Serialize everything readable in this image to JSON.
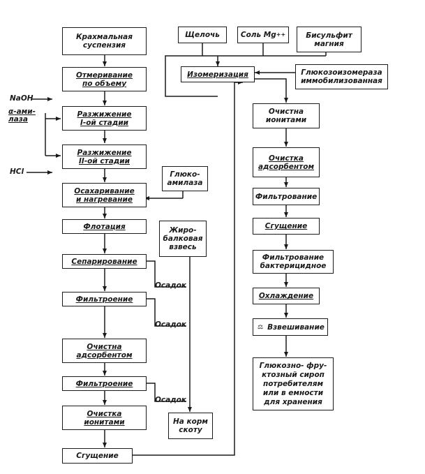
{
  "left_column": {
    "starch_suspension": "Крахмальная\nсуспензия",
    "volume_measuring": "Отмеривание\nпо объему",
    "liquefaction_1": "Разжижение\nI-ой стадии",
    "liquefaction_2": "Разжижение\nII-ой стадии",
    "saccharification": "Осахаривание\nи нагревание",
    "flotation": "Флотация",
    "separation": "Сепарирование",
    "filtration_1": "Фильтроение",
    "adsorbent_cleaning": "Очистна\nадсорбентом",
    "filtration_2": "Фильтроение",
    "ion_cleaning": "Очистка\nионитами",
    "condensation": "Сгущение"
  },
  "inputs": {
    "naoh": "NaOH",
    "alpha_amylase": "α-ами-\nлаза",
    "hcl": "HCl",
    "glucoamylase": "Глюко-\nамилаза"
  },
  "middle_column": {
    "fat_protein": "Жиро-\nбалковая\nвзвесь",
    "sediment_1": "Осадок",
    "sediment_2": "Осадок",
    "sediment_3": "Осадок",
    "feed": "На корм\nскоту"
  },
  "top_row": {
    "alkali": "Щелочь",
    "mg_salt_base": "Соль Mg",
    "mg_salt_sup": "++",
    "bisulfite": "Бисульфит\nмагния"
  },
  "right_column": {
    "isomerization": "Изомеризация",
    "glucose_isomerase": "Глюкозоизомераза\nиммобилизованная",
    "ion_cleaning": "Очистна\nионитами",
    "adsorbent_cleaning": "Очистка\nадсорбентом",
    "filtration": "Фильтрование",
    "condensation": "Сгущение",
    "bactericidal_filtration": "Фильтрование\nбактерицидное",
    "cooling": "Охлаждение",
    "weighing_mark": "⚖",
    "weighing": "Взвешивание",
    "final_product": "Глюкозно- фру-\nктозный сироп\nпотребителям\nили в емности\nдля хранения"
  }
}
